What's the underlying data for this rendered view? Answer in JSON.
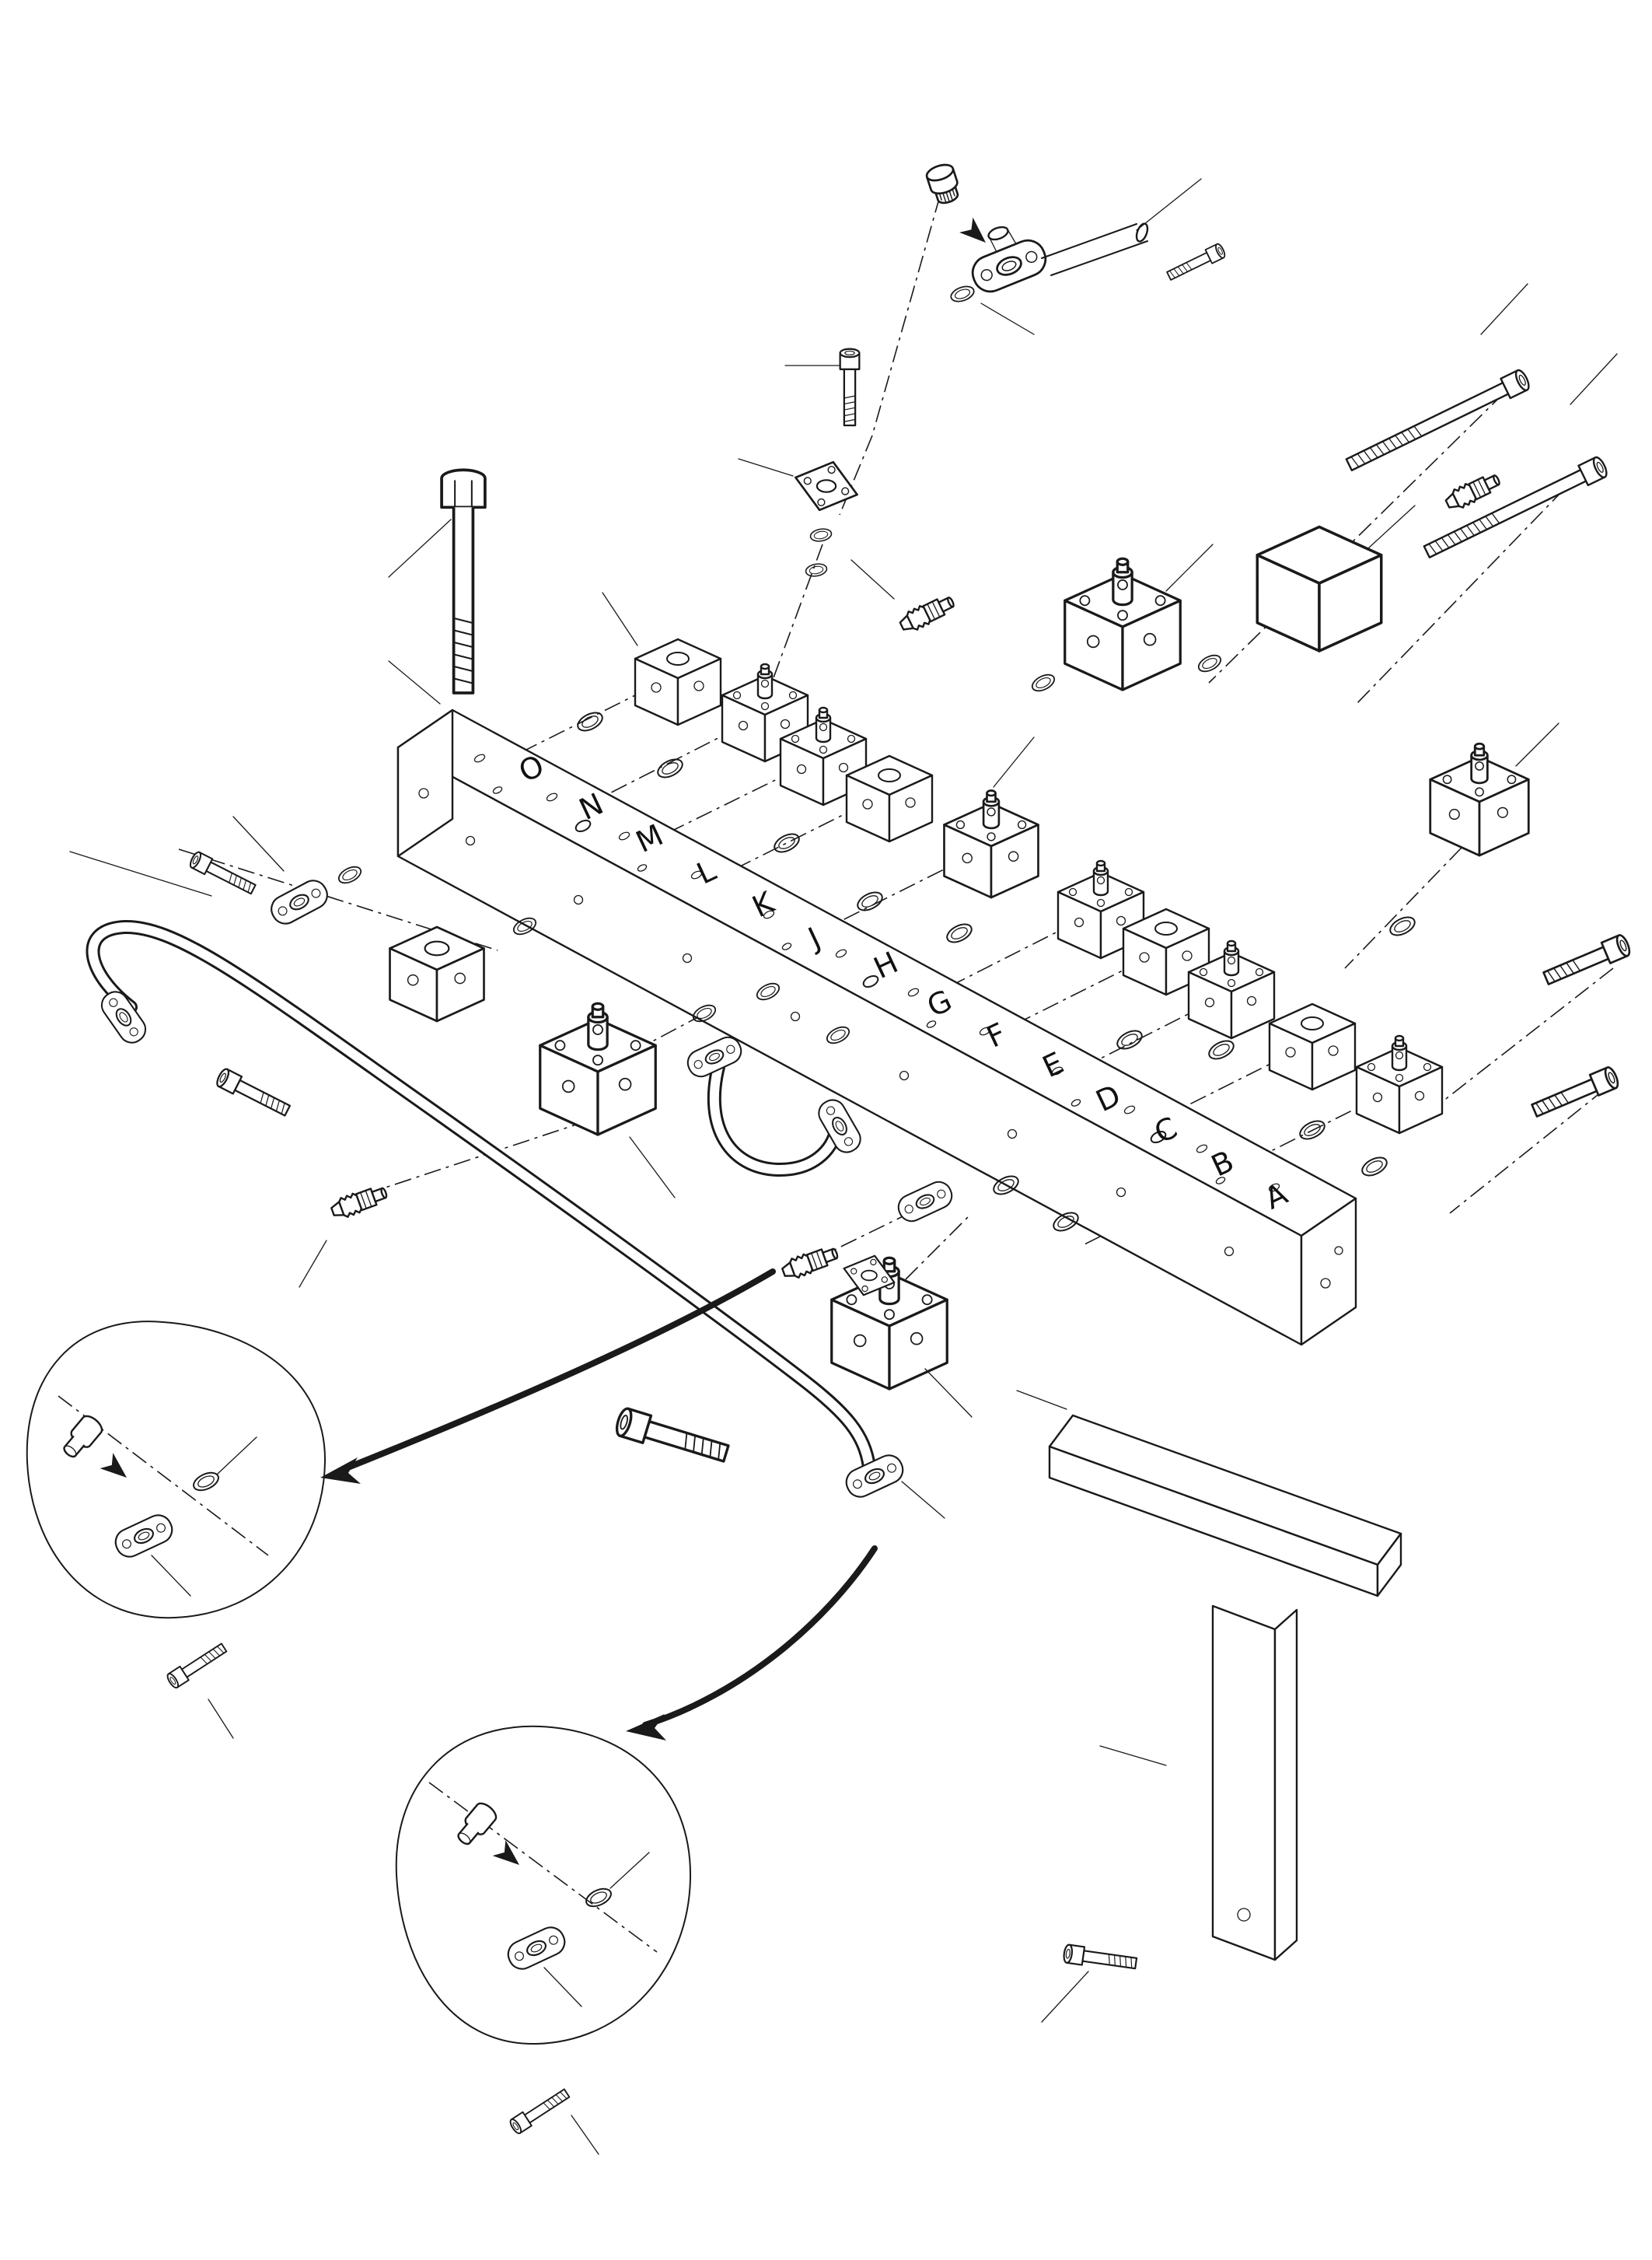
{
  "diagram": {
    "type": "exploded-parts-diagram",
    "description": "hydraulic-manifold-valve-assembly",
    "port_labels": [
      "O",
      "N",
      "M",
      "L",
      "K",
      "J",
      "H",
      "G",
      "F",
      "E",
      "D",
      "C",
      "B",
      "A"
    ],
    "colors": {
      "line": "#1a1a1a",
      "background": "#ffffff"
    }
  }
}
